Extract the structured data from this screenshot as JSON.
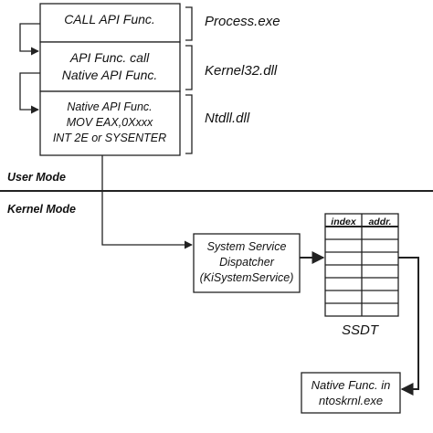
{
  "stack": {
    "process_call": "CALL API Func.",
    "kernel32_line1": "API Func. call",
    "kernel32_line2": "Native API Func.",
    "ntdll_line1": "Native API Func.",
    "ntdll_line2": "MOV EAX,0Xxxx",
    "ntdll_line3": "INT 2E or SYSENTER"
  },
  "modules": {
    "process": "Process.exe",
    "kernel32": "Kernel32.dll",
    "ntdll": "Ntdll.dll"
  },
  "modes": {
    "user": "User Mode",
    "kernel": "Kernel Mode"
  },
  "dispatcher": {
    "line1": "System Service",
    "line2": "Dispatcher",
    "line3": "(KiSystemService)"
  },
  "ssdt": {
    "label": "SSDT",
    "columns": [
      "index",
      "addr."
    ],
    "row_count": 8
  },
  "native": {
    "line1": "Native Func. in",
    "line2": "ntoskrnl.exe"
  }
}
